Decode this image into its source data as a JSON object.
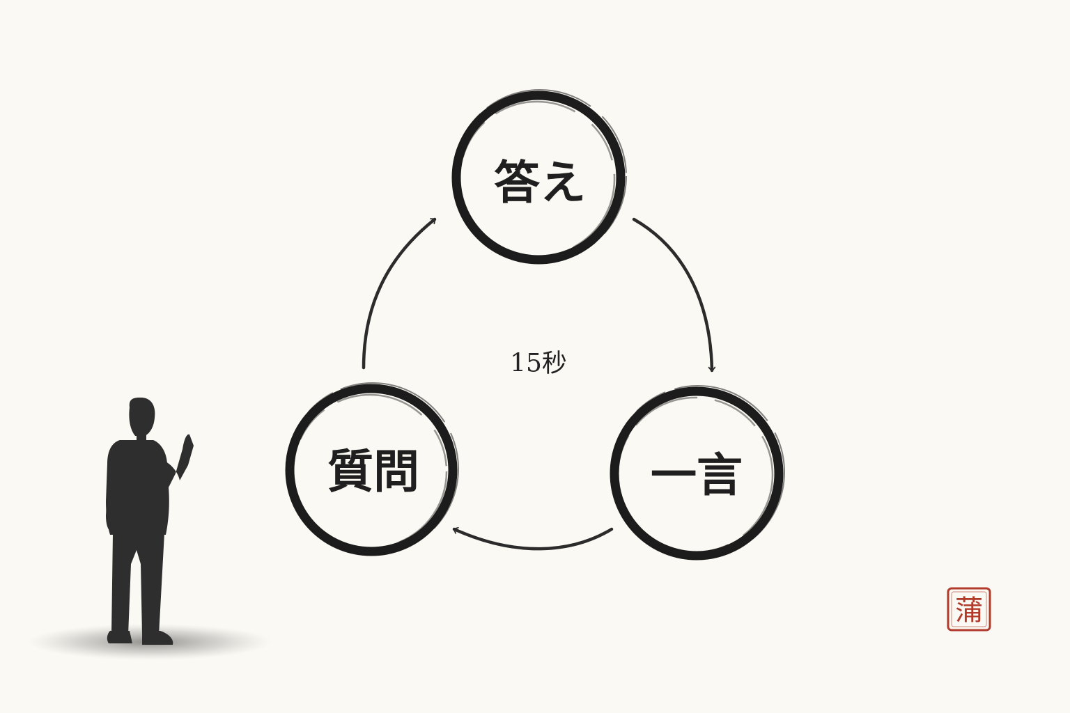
{
  "diagram": {
    "nodes": [
      {
        "id": "answer",
        "label": "答え"
      },
      {
        "id": "one-word",
        "label": "一言"
      },
      {
        "id": "question",
        "label": "質問"
      }
    ],
    "edges": [
      {
        "from": "answer",
        "to": "one-word"
      },
      {
        "from": "one-word",
        "to": "question"
      },
      {
        "from": "question",
        "to": "answer"
      }
    ],
    "center_label": "15秒"
  },
  "seal": {
    "glyph": "蒲"
  },
  "colors": {
    "background": "#fbf9f3",
    "ink": "#1f1f1f",
    "seal": "#b23a2a"
  }
}
